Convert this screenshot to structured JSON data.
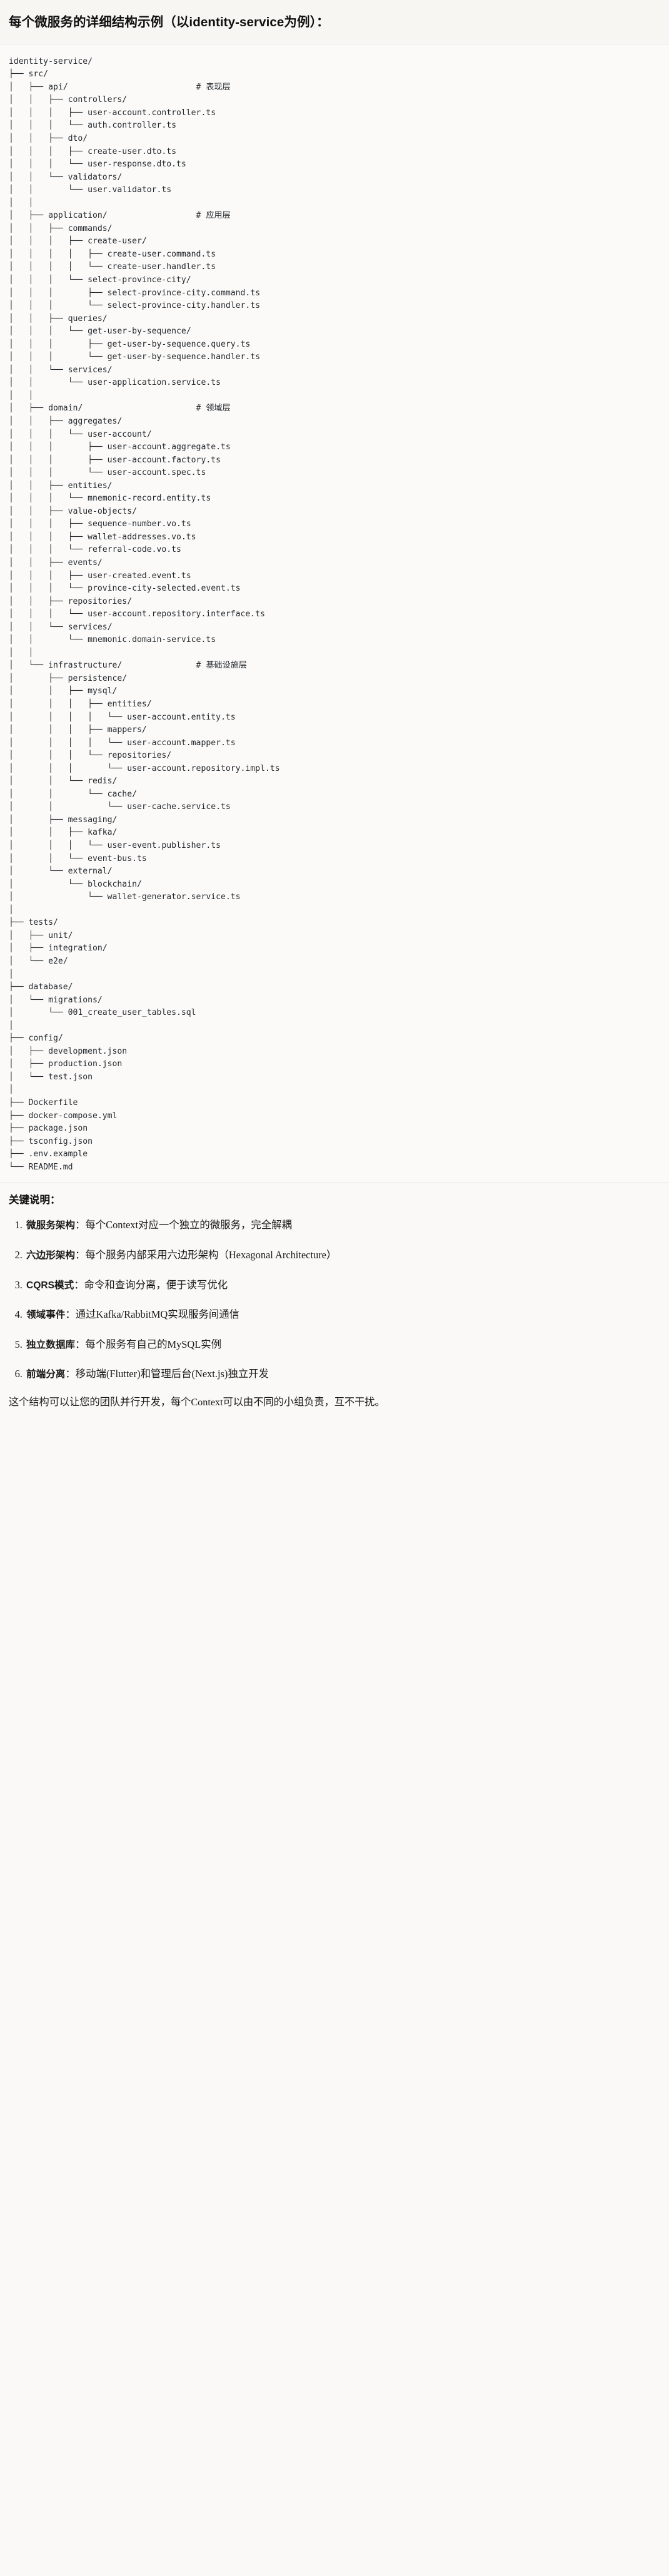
{
  "heading": "每个微服务的详细结构示例（以identity-service为例）：",
  "tree": {
    "root": "identity-service/",
    "lines": [
      "identity-service/",
      "├── src/",
      "│   ├── api/                          # 表现层",
      "│   │   ├── controllers/",
      "│   │   │   ├── user-account.controller.ts",
      "│   │   │   └── auth.controller.ts",
      "│   │   ├── dto/",
      "│   │   │   ├── create-user.dto.ts",
      "│   │   │   └── user-response.dto.ts",
      "│   │   └── validators/",
      "│   │       └── user.validator.ts",
      "│   │",
      "│   ├── application/                  # 应用层",
      "│   │   ├── commands/",
      "│   │   │   ├── create-user/",
      "│   │   │   │   ├── create-user.command.ts",
      "│   │   │   │   └── create-user.handler.ts",
      "│   │   │   └── select-province-city/",
      "│   │   │       ├── select-province-city.command.ts",
      "│   │   │       └── select-province-city.handler.ts",
      "│   │   ├── queries/",
      "│   │   │   └── get-user-by-sequence/",
      "│   │   │       ├── get-user-by-sequence.query.ts",
      "│   │   │       └── get-user-by-sequence.handler.ts",
      "│   │   └── services/",
      "│   │       └── user-application.service.ts",
      "│   │",
      "│   ├── domain/                       # 领域层",
      "│   │   ├── aggregates/",
      "│   │   │   └── user-account/",
      "│   │   │       ├── user-account.aggregate.ts",
      "│   │   │       ├── user-account.factory.ts",
      "│   │   │       └── user-account.spec.ts",
      "│   │   ├── entities/",
      "│   │   │   └── mnemonic-record.entity.ts",
      "│   │   ├── value-objects/",
      "│   │   │   ├── sequence-number.vo.ts",
      "│   │   │   ├── wallet-addresses.vo.ts",
      "│   │   │   └── referral-code.vo.ts",
      "│   │   ├── events/",
      "│   │   │   ├── user-created.event.ts",
      "│   │   │   └── province-city-selected.event.ts",
      "│   │   ├── repositories/",
      "│   │   │   └── user-account.repository.interface.ts",
      "│   │   └── services/",
      "│   │       └── mnemonic.domain-service.ts",
      "│   │",
      "│   └── infrastructure/               # 基础设施层",
      "│       ├── persistence/",
      "│       │   ├── mysql/",
      "│       │   │   ├── entities/",
      "│       │   │   │   └── user-account.entity.ts",
      "│       │   │   ├── mappers/",
      "│       │   │   │   └── user-account.mapper.ts",
      "│       │   │   └── repositories/",
      "│       │   │       └── user-account.repository.impl.ts",
      "│       │   └── redis/",
      "│       │       └── cache/",
      "│       │           └── user-cache.service.ts",
      "│       ├── messaging/",
      "│       │   ├── kafka/",
      "│       │   │   └── user-event.publisher.ts",
      "│       │   └── event-bus.ts",
      "│       └── external/",
      "│           └── blockchain/",
      "│               └── wallet-generator.service.ts",
      "│",
      "├── tests/",
      "│   ├── unit/",
      "│   ├── integration/",
      "│   └── e2e/",
      "│",
      "├── database/",
      "│   └── migrations/",
      "│       └── 001_create_user_tables.sql",
      "│",
      "├── config/",
      "│   ├── development.json",
      "│   ├── production.json",
      "│   └── test.json",
      "│",
      "├── Dockerfile",
      "├── docker-compose.yml",
      "├── package.json",
      "├── tsconfig.json",
      "├── .env.example",
      "└── README.md"
    ]
  },
  "notes": {
    "title": "关键说明：",
    "items": [
      {
        "term": "微服务架构",
        "sep": "：",
        "desc": "每个Context对应一个独立的微服务，完全解耦"
      },
      {
        "term": "六边形架构",
        "sep": "：",
        "desc": "每个服务内部采用六边形架构（Hexagonal Architecture）"
      },
      {
        "term": "CQRS模式",
        "sep": "：",
        "desc": "命令和查询分离，便于读写优化"
      },
      {
        "term": "领域事件",
        "sep": "：",
        "desc": "通过Kafka/RabbitMQ实现服务间通信"
      },
      {
        "term": "独立数据库",
        "sep": "：",
        "desc": "每个服务有自己的MySQL实例"
      },
      {
        "term": "前端分离",
        "sep": "：",
        "desc": "移动端(Flutter)和管理后台(Next.js)独立开发"
      }
    ],
    "closing": "这个结构可以让您的团队并行开发，每个Context可以由不同的小组负责，互不干扰。"
  },
  "colors": {
    "page_background": "#faf9f7",
    "code_background": "#fbfaf9",
    "text": "#1a1a1a",
    "code_text": "#24292e",
    "divider": "#e3e1dd"
  }
}
